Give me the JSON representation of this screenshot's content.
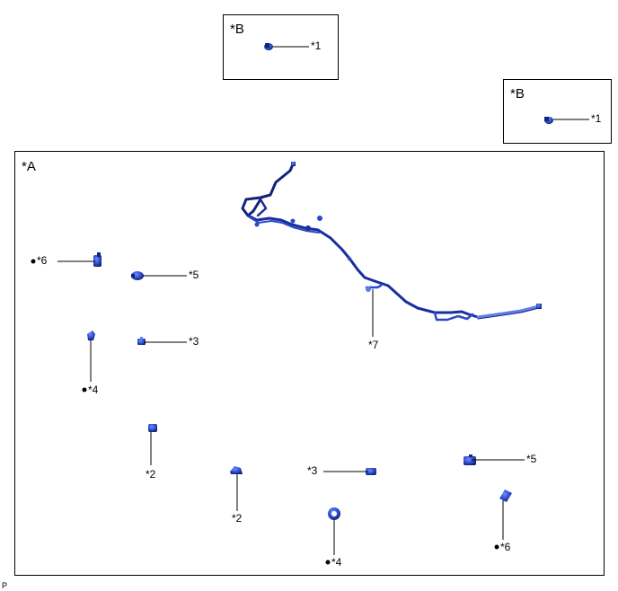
{
  "views": {
    "b1": {
      "label": "*B"
    },
    "b2": {
      "label": "*B"
    },
    "a": {
      "label": "*A"
    }
  },
  "callouts": {
    "b1_1": "*1",
    "b2_1": "*1",
    "a_6_left": "*6",
    "a_5_top": "*5",
    "a_3_left": "*3",
    "a_4_left": "*4",
    "a_7": "*7",
    "a_2_left": "*2",
    "a_2_mid": "*2",
    "a_3_mid": "*3",
    "a_5_right": "*5",
    "a_4_bottom": "*4",
    "a_6_right": "*6"
  },
  "footer": {
    "code": "P"
  },
  "colors": {
    "part": "#2a49c9",
    "part_dark": "#13237a",
    "line": "#000000"
  }
}
